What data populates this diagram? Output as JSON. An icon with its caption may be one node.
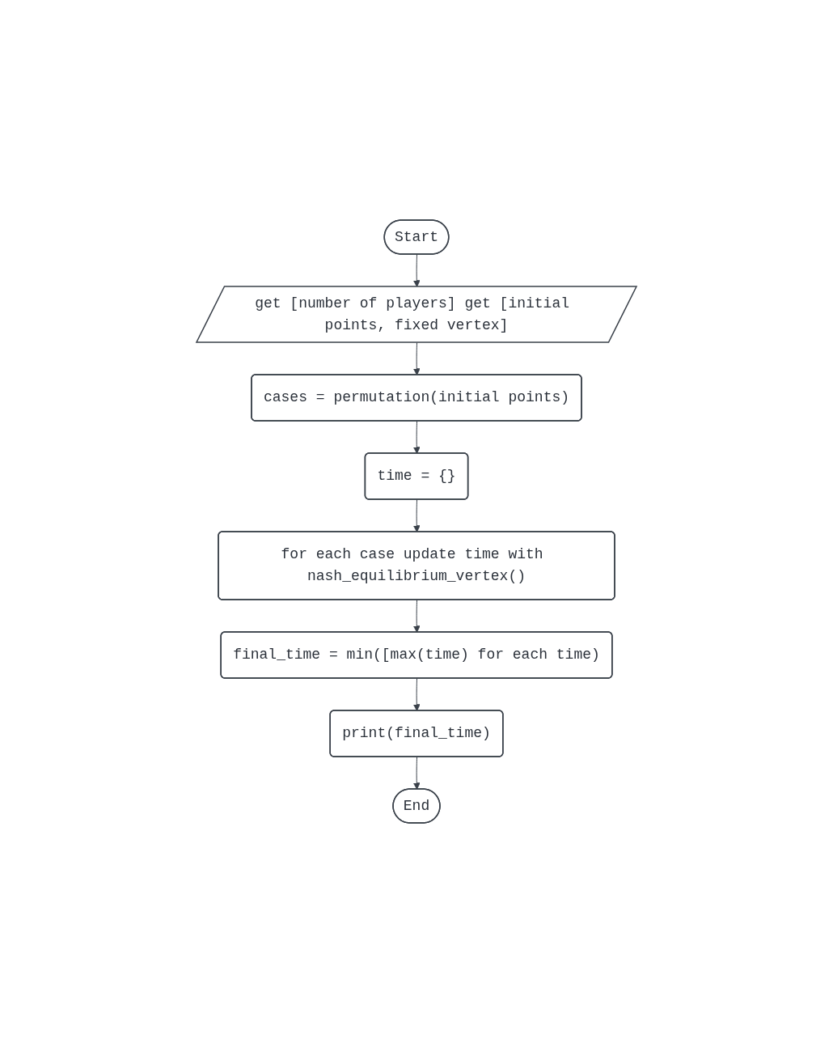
{
  "diagram": {
    "nodes": [
      {
        "text": [
          "Start"
        ]
      },
      {
        "text": [
          "get [number of players] get [initial points, fixed vertex]"
        ]
      },
      {
        "text": [
          "cases = permutation(initial points)"
        ]
      },
      {
        "text": [
          "time = {}"
        ]
      },
      {
        "text": [
          "for each case update time with nash_equilibrium_vertex()"
        ]
      },
      {
        "text": [
          "final_time = min([max(time) for each time)"
        ]
      },
      {
        "text": [
          "print(final_time)"
        ]
      },
      {
        "text": [
          "End"
        ]
      }
    ],
    "edges": [
      {
        "from": 0,
        "to": 1,
        "arrow": "to"
      },
      {
        "from": 1,
        "to": 2,
        "arrow": "to"
      },
      {
        "from": 2,
        "to": 3,
        "arrow": "to"
      },
      {
        "from": 3,
        "to": 4,
        "arrow": "to"
      },
      {
        "from": 4,
        "to": 5,
        "arrow": "to"
      },
      {
        "from": 5,
        "to": 6,
        "arrow": "to"
      },
      {
        "from": 6,
        "to": 7,
        "arrow": "to"
      }
    ]
  }
}
